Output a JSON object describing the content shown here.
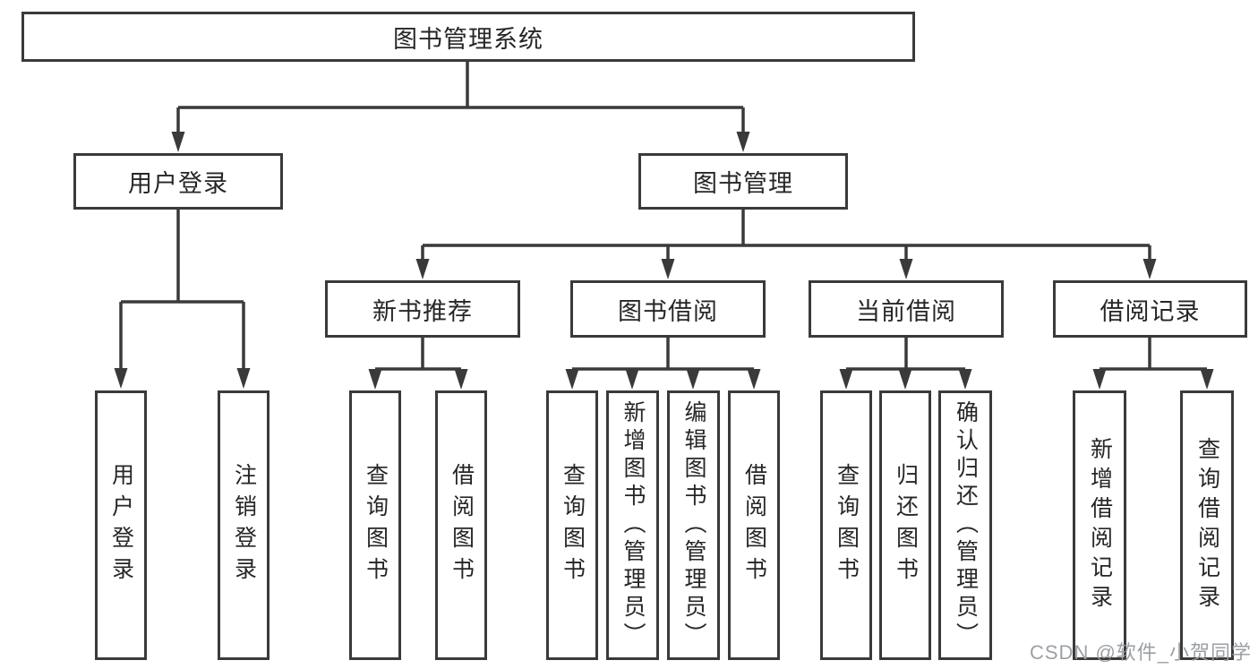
{
  "diagram": {
    "type": "hierarchy-tree",
    "colors": {
      "line": "#3a3a3a",
      "box_border": "#3a3a3a",
      "box_fill": "#ffffff",
      "text": "#262626",
      "watermark": "#969ba0",
      "background": "#ffffff"
    },
    "watermark": "CSDN @软件_小贺同学",
    "tree": {
      "label": "图书管理系统",
      "children": [
        {
          "label": "用户登录",
          "children": [
            {
              "label": "用户登录"
            },
            {
              "label": "注销登录"
            }
          ]
        },
        {
          "label": "图书管理",
          "children": [
            {
              "label": "新书推荐",
              "children": [
                {
                  "label": "查询图书"
                },
                {
                  "label": "借阅图书"
                }
              ]
            },
            {
              "label": "图书借阅",
              "children": [
                {
                  "label": "查询图书"
                },
                {
                  "label": "新增图书（管理员）"
                },
                {
                  "label": "编辑图书（管理员）"
                },
                {
                  "label": "借阅图书"
                }
              ]
            },
            {
              "label": "当前借阅",
              "children": [
                {
                  "label": "查询图书"
                },
                {
                  "label": "归还图书"
                },
                {
                  "label": "确认归还（管理员）"
                }
              ]
            },
            {
              "label": "借阅记录",
              "children": [
                {
                  "label": "新增借阅记录"
                },
                {
                  "label": "查询借阅记录"
                }
              ]
            }
          ]
        }
      ]
    }
  }
}
